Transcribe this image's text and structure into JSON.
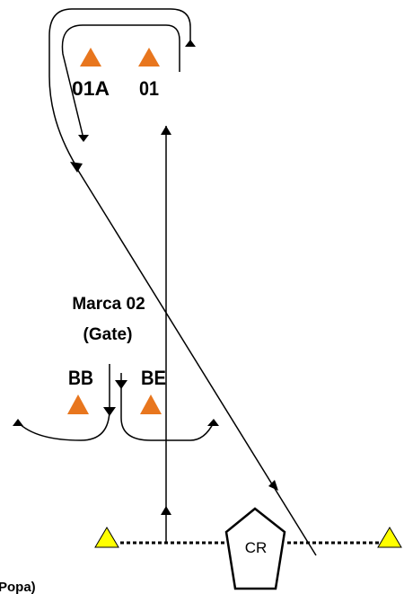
{
  "marks": {
    "m01": {
      "label": "01"
    },
    "m01a": {
      "label": "01A"
    },
    "gate_title": "Marca 02",
    "gate_subtitle": "(Gate)",
    "bb": {
      "label": "BB"
    },
    "be": {
      "label": "BE"
    },
    "committee_boat": {
      "label": "CR"
    }
  },
  "footer_text": "Popa)",
  "colors": {
    "mark": "#E8761E",
    "line_mark": "#FFFF00",
    "stroke": "#000000",
    "background": "#FFFFFF"
  }
}
